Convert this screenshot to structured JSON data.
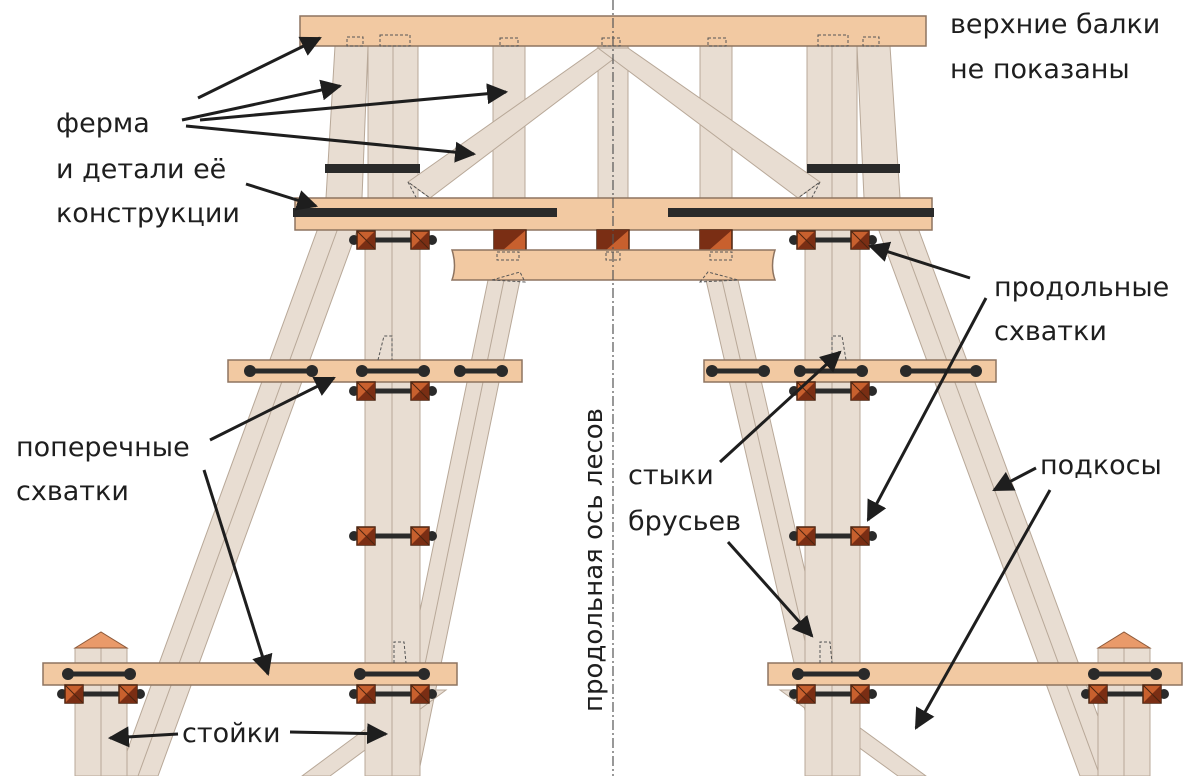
{
  "labels": {
    "top_beams_line1": "верхние балки",
    "top_beams_line2": "не показаны",
    "truss_line1": "ферма",
    "truss_line2": "и детали её",
    "truss_line3": "конструкции",
    "longitudinal_line1": "продольные",
    "longitudinal_line2": "схватки",
    "transverse_line1": "поперечные",
    "transverse_line2": "схватки",
    "joints_line1": "стыки",
    "joints_line2": "брусьев",
    "braces": "подкосы",
    "posts": "стойки",
    "axis": "продольная ось лесов"
  },
  "colors": {
    "timber": "#e8ddd2",
    "plank": "#f2c9a2",
    "bolt": "#2a2a2a",
    "block": "#c8602e",
    "text": "#1e1e1e"
  }
}
